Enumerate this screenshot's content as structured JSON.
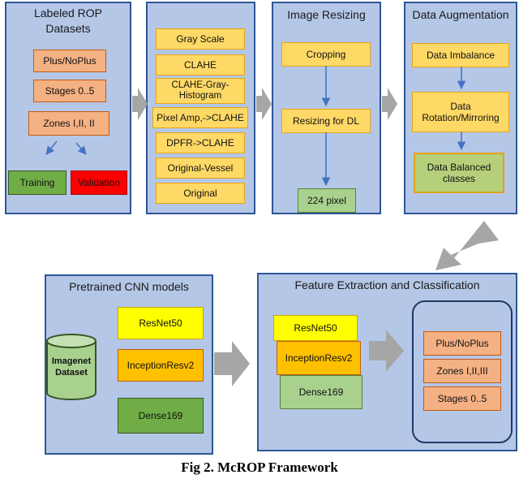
{
  "labeled": {
    "title": "Labeled ROP Datasets",
    "items": [
      "Plus/NoPlus",
      "Stages 0..5",
      "Zones I,II, II"
    ],
    "training": "Training",
    "validation": "Validation"
  },
  "preprocess": {
    "items": [
      "Gray Scale",
      "CLAHE",
      "CLAHE-Gray-Histogram",
      "Pixel Amp,->CLAHE",
      "DPFR->CLAHE",
      "Original-Vessel",
      "Original"
    ]
  },
  "resizing": {
    "title": "Image Resizing",
    "cropping": "Cropping",
    "resize_dl": "Resizing for DL",
    "pixel": "224 pixel"
  },
  "augmentation": {
    "title": "Data Augmentation",
    "imbalance": "Data Imbalance",
    "rotation": "Data Rotation/Mirroring",
    "balanced": "Data Balanced classes"
  },
  "pretrained": {
    "title": "Pretrained CNN models",
    "db_line1": "Imagenet",
    "db_line2": "Dataset",
    "models": [
      "ResNet50",
      "InceptionResv2",
      "Dense169"
    ]
  },
  "feature": {
    "title": "Feature Extraction and Classification",
    "models": [
      "ResNet50",
      "InceptionResv2",
      "Dense169"
    ],
    "outputs": [
      "Plus/NoPlus",
      "Zones I,II,III",
      "Stages 0..5"
    ]
  },
  "caption": "Fig 2. McROP Framework",
  "colors": {
    "panel": "#b4c7e7",
    "panel_border": "#2f5597",
    "orange": "#f4b183",
    "yellow": "#ffd966",
    "green": "#70ad47",
    "red": "#ff0000",
    "arrow_gray": "#a6a6a6"
  }
}
